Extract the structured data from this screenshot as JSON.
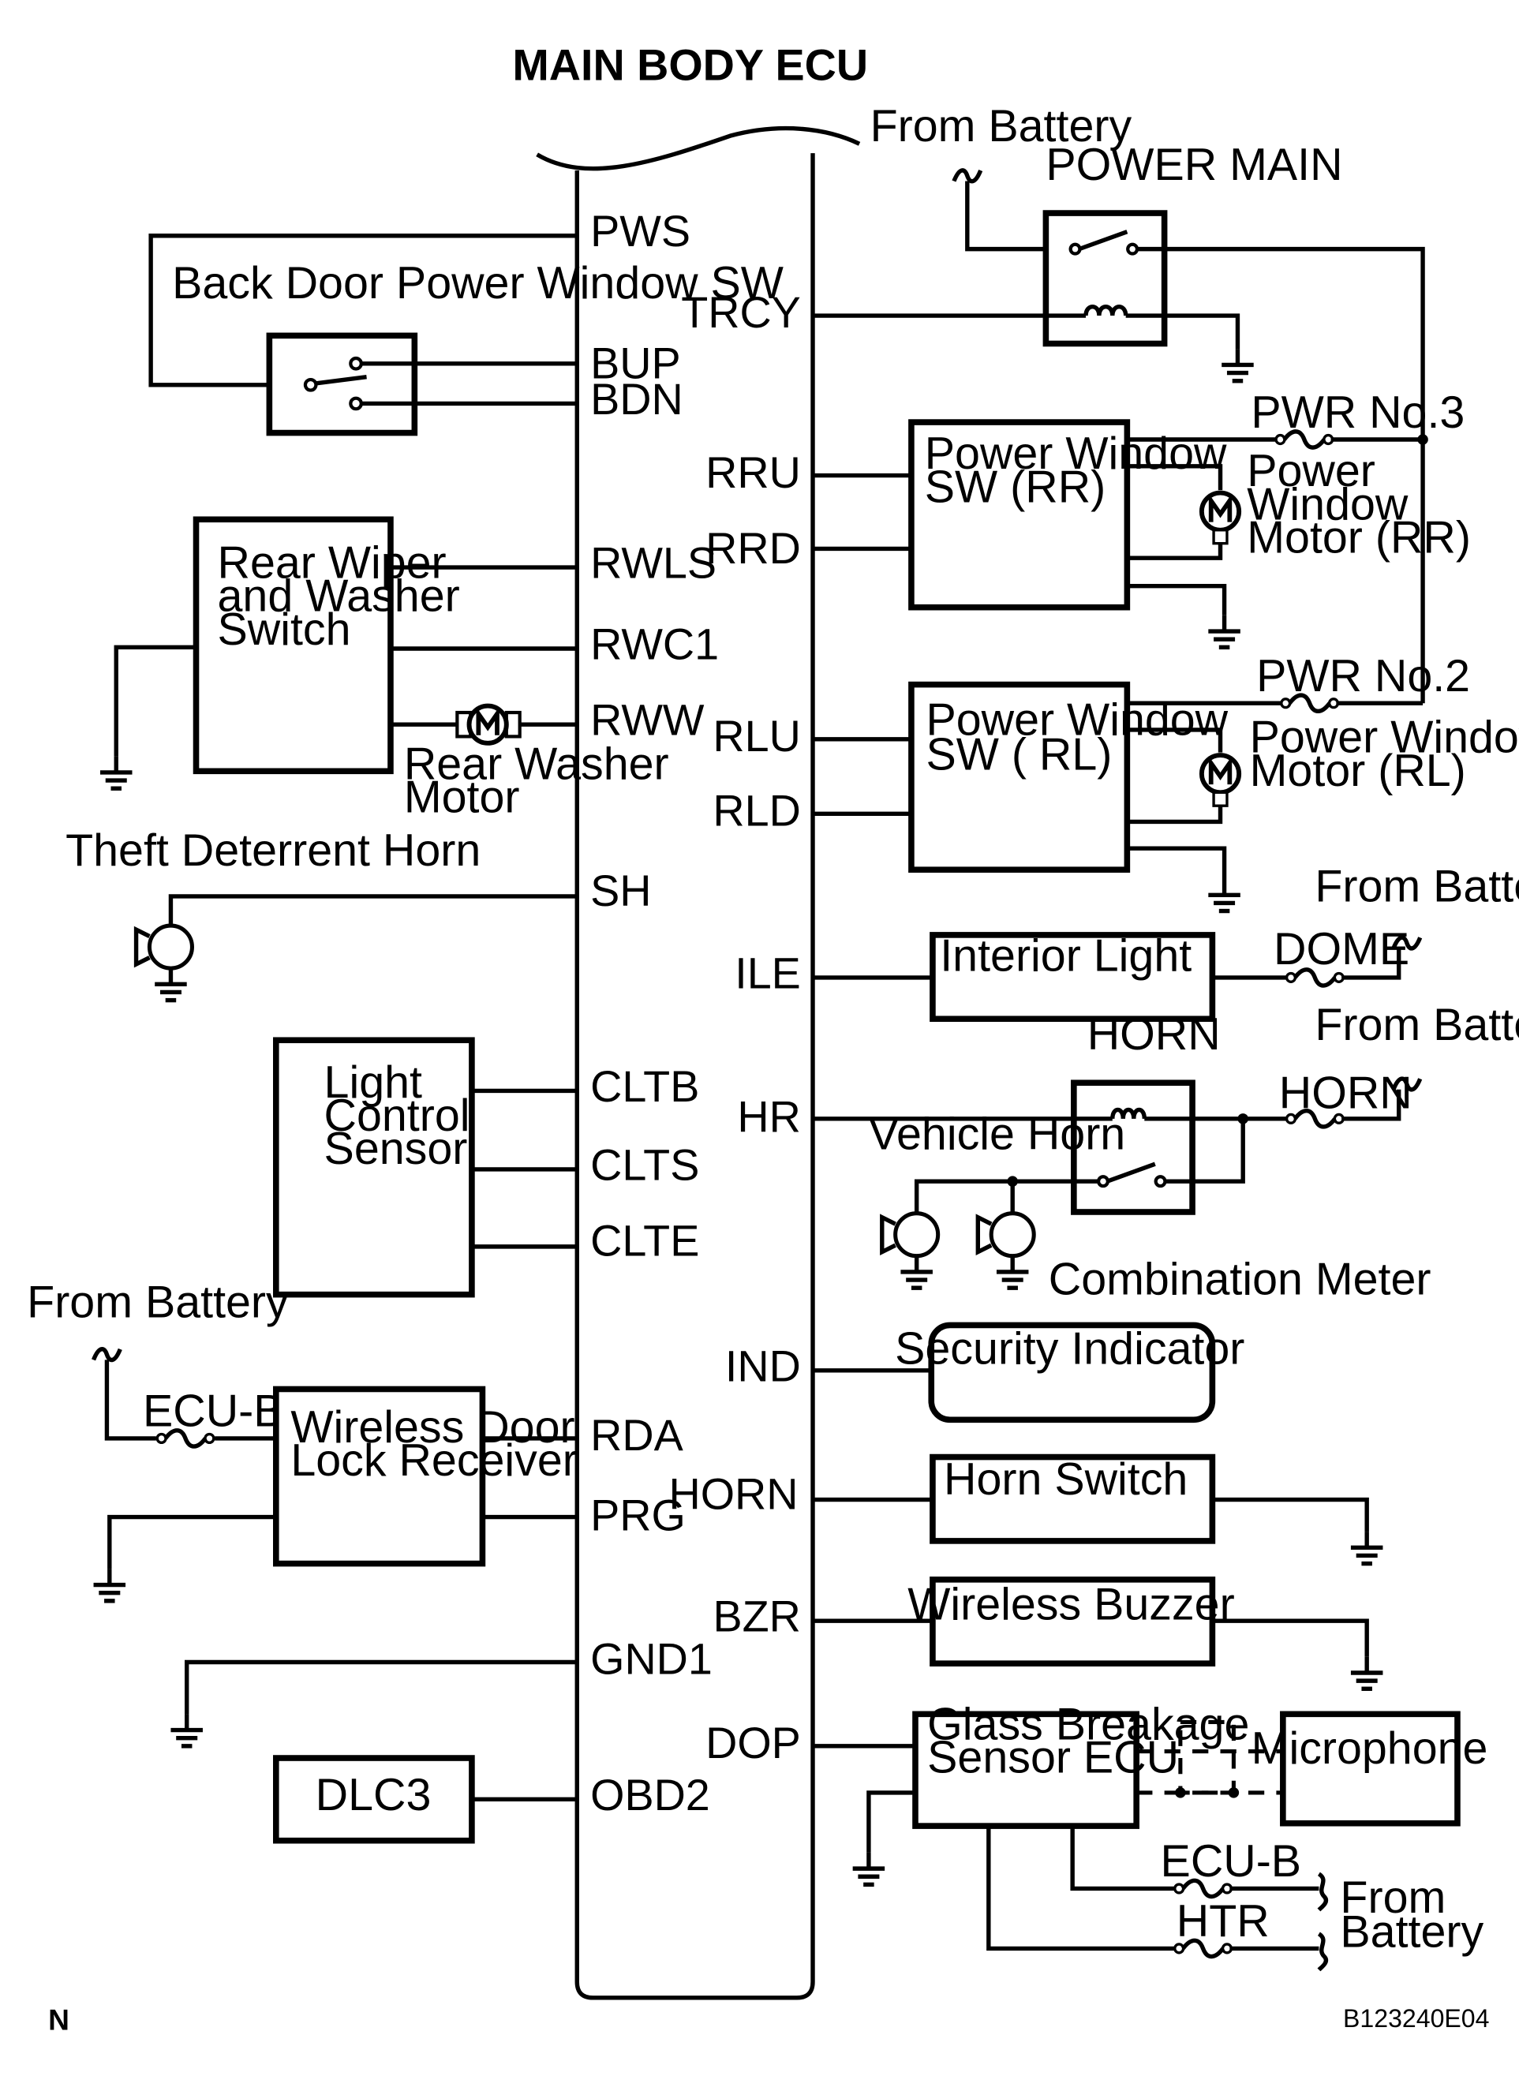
{
  "title": "MAIN BODY ECU",
  "footer": {
    "left_mark": "N",
    "code": "B123240E04"
  },
  "left_pins": [
    "PWS",
    "BUP",
    "BDN",
    "RWLS",
    "RWC1",
    "RWW",
    "SH",
    "CLTB",
    "CLTS",
    "CLTE",
    "RDA",
    "PRG",
    "GND1",
    "OBD2"
  ],
  "right_pins": [
    "TRCY",
    "RRU",
    "RRD",
    "RLU",
    "RLD",
    "ILE",
    "HR",
    "IND",
    "HORN",
    "BZR",
    "DOP"
  ],
  "components": {
    "back_door_sw": "Back Door Power Window SW",
    "rear_wiper_sw": [
      "Rear Wiper",
      "and Washer",
      "Switch"
    ],
    "rear_washer_motor": [
      "Rear Washer",
      "Motor"
    ],
    "theft_horn": "Theft Deterrent Horn",
    "light_sensor": [
      "Light",
      "Control",
      "Sensor"
    ],
    "wireless_receiver": [
      "Wireless Door",
      "Lock Receiver"
    ],
    "dlc3": "DLC3",
    "power_main": "POWER MAIN",
    "pw_sw_rr": [
      "Power Window",
      "SW (RR)"
    ],
    "pw_motor_rr": [
      "Power",
      "Window",
      "Motor (RR)"
    ],
    "pw_sw_rl": [
      "Power Window",
      "SW ( RL)"
    ],
    "pw_motor_rl": [
      "Power Window",
      "Motor (RL)"
    ],
    "interior_light": "Interior Light",
    "horn_relay": "HORN",
    "vehicle_horn": "Vehicle Horn",
    "combination_meter": "Combination Meter",
    "security_indicator": "Security Indicator",
    "horn_switch": "Horn Switch",
    "wireless_buzzer": "Wireless Buzzer",
    "glass_breakage": [
      "Glass Breakage",
      "Sensor ECU"
    ],
    "microphone": "Microphone"
  },
  "fuses": {
    "pwr_no3": "PWR No.3",
    "pwr_no2": "PWR No.2",
    "dome": "DOME",
    "horn": "HORN",
    "ecu_b_left": "ECU-B",
    "ecu_b_right": "ECU-B",
    "htr": "HTR"
  },
  "battery_labels": {
    "top": "From Battery",
    "dome": "From Battery",
    "horn": "From Battery",
    "left": "From Battery",
    "glass": [
      "From",
      "Battery"
    ]
  }
}
